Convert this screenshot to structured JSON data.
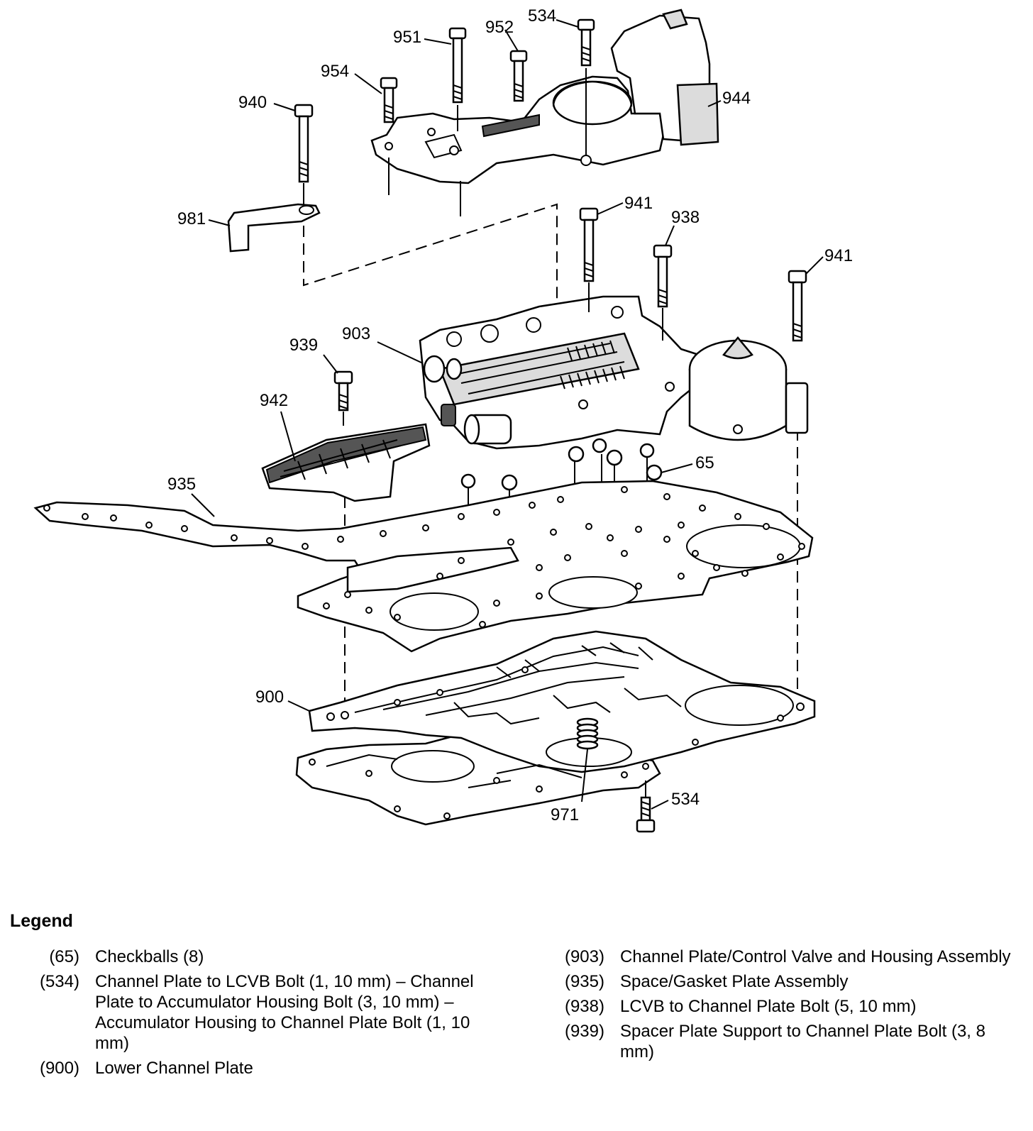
{
  "callouts": {
    "c951": "951",
    "c952": "952",
    "c534a": "534",
    "c954": "954",
    "c940": "940",
    "c944": "944",
    "c981": "981",
    "c941a": "941",
    "c938": "938",
    "c941b": "941",
    "c939": "939",
    "c903": "903",
    "c942": "942",
    "c65": "65",
    "c935": "935",
    "c900": "900",
    "c971": "971",
    "c534b": "534"
  },
  "legend": {
    "title": "Legend",
    "left": [
      {
        "num": "(65)",
        "text": "Checkballs (8)"
      },
      {
        "num": "(534)",
        "text": "Channel Plate to LCVB Bolt (1, 10 mm) – Channel Plate to Accumulator Housing Bolt (3, 10 mm) – Accumulator Housing to Channel Plate Bolt (1, 10 mm)"
      },
      {
        "num": "(900)",
        "text": "Lower Channel Plate"
      }
    ],
    "right": [
      {
        "num": "(903)",
        "text": "Channel Plate/Control Valve and Housing Assembly"
      },
      {
        "num": "(935)",
        "text": "Space/Gasket Plate Assembly"
      },
      {
        "num": "(938)",
        "text": "LCVB to Channel Plate Bolt (5, 10 mm)"
      },
      {
        "num": "(939)",
        "text": "Spacer Plate Support to Channel Plate Bolt (3, 8 mm)"
      }
    ]
  }
}
